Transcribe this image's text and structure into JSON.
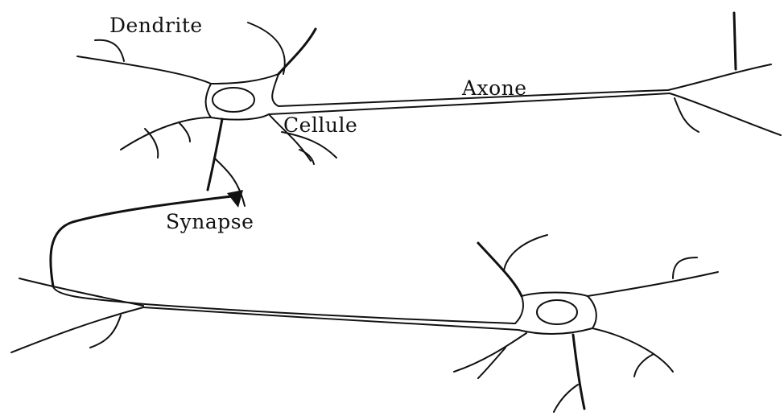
{
  "labels": {
    "dendrite": "Dendrite",
    "axone": "Axone",
    "cellule": "Cellule",
    "synapse": "Synapse"
  }
}
